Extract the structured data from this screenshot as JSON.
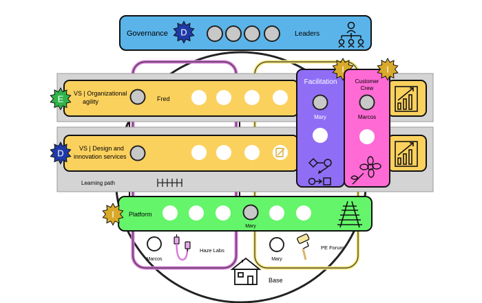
{
  "governance": {
    "label": "Governance",
    "badge": "D",
    "leaders_label": "Leaders",
    "icon": "org-chart-icon"
  },
  "value_streams": [
    {
      "badge": "E",
      "title_line1": "VS | Organizational",
      "title_line2": "agility",
      "person": "Fred",
      "icon": "bar-chart-growth-icon"
    },
    {
      "badge": "D",
      "title_line1": "VS | Design and",
      "title_line2": "innovation services",
      "icon": "bar-chart-growth-icon",
      "extra_icon": "clipboard-edit-icon"
    }
  ],
  "learning_path": {
    "label": "Learning path",
    "icon": "ladder-icon"
  },
  "facilitation": {
    "label": "Facilitation",
    "badge": "I",
    "person": "Mary",
    "icon": "flow-diagram-icon"
  },
  "customer_crew": {
    "title_line1": "Customer",
    "title_line2": "Crew",
    "badge": "I",
    "person": "Marcos",
    "icon": "flower-icon"
  },
  "platform": {
    "label": "Platform",
    "badge": "I",
    "person": "Mary",
    "icon": "railway-track-icon"
  },
  "haze_labs": {
    "person": "Marcos",
    "label": "Haze Labs",
    "icon": "cable-icon"
  },
  "pe_forum": {
    "person": "Mary",
    "label": "PE Forum",
    "icon": "paint-roller-icon"
  },
  "base": {
    "label": "Base",
    "icon": "house-icon"
  },
  "colors": {
    "governance": "#5ab4ea",
    "value_stream": "#fbd15e",
    "facilitation": "#8f6ef5",
    "customer_crew": "#ff6ad4",
    "platform": "#64f56a",
    "badge_dark_blue": "#1f3aa8",
    "badge_green": "#2fb44a",
    "badge_gold": "#d9a92a",
    "gray_band": "#d4d4d4"
  }
}
